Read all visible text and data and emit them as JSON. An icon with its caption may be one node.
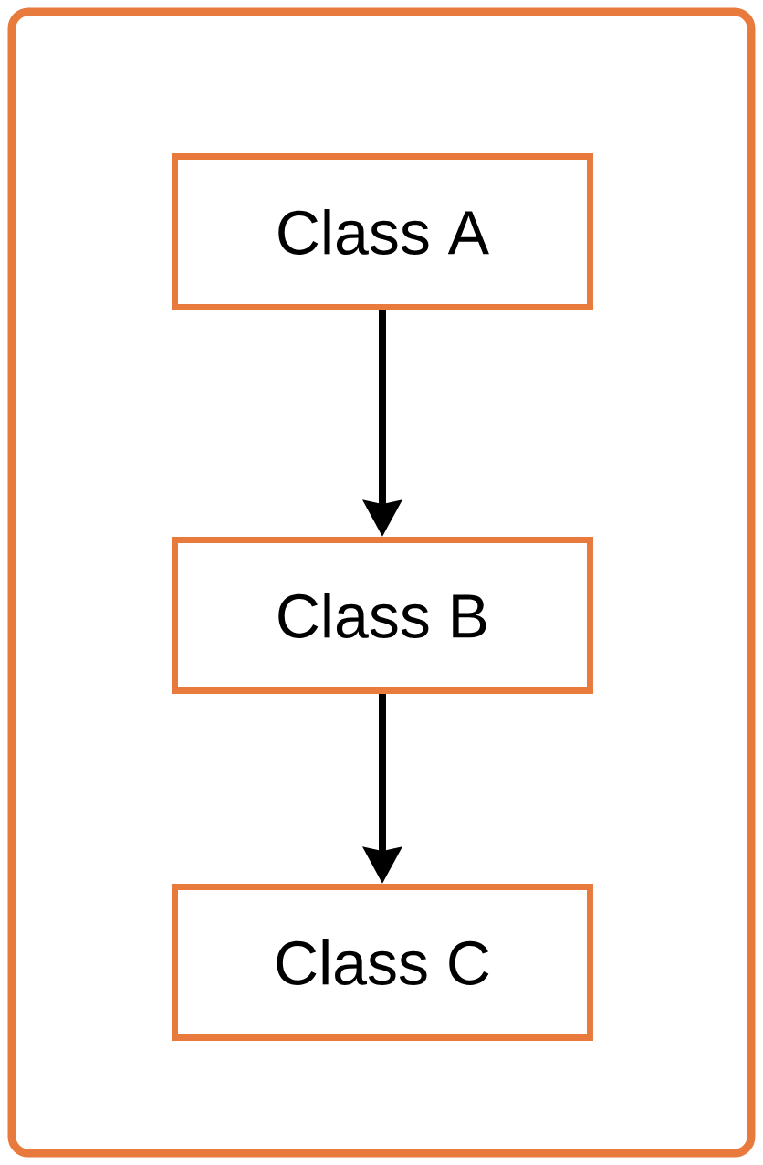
{
  "diagram": {
    "nodes": [
      {
        "text": [
          "Class A"
        ]
      },
      {
        "text": [
          "Class B"
        ]
      },
      {
        "text": [
          "Class C"
        ]
      }
    ],
    "edges": [
      {
        "from": 0,
        "to": 1,
        "arrow": "to"
      },
      {
        "from": 1,
        "to": 2,
        "arrow": "to"
      }
    ]
  }
}
